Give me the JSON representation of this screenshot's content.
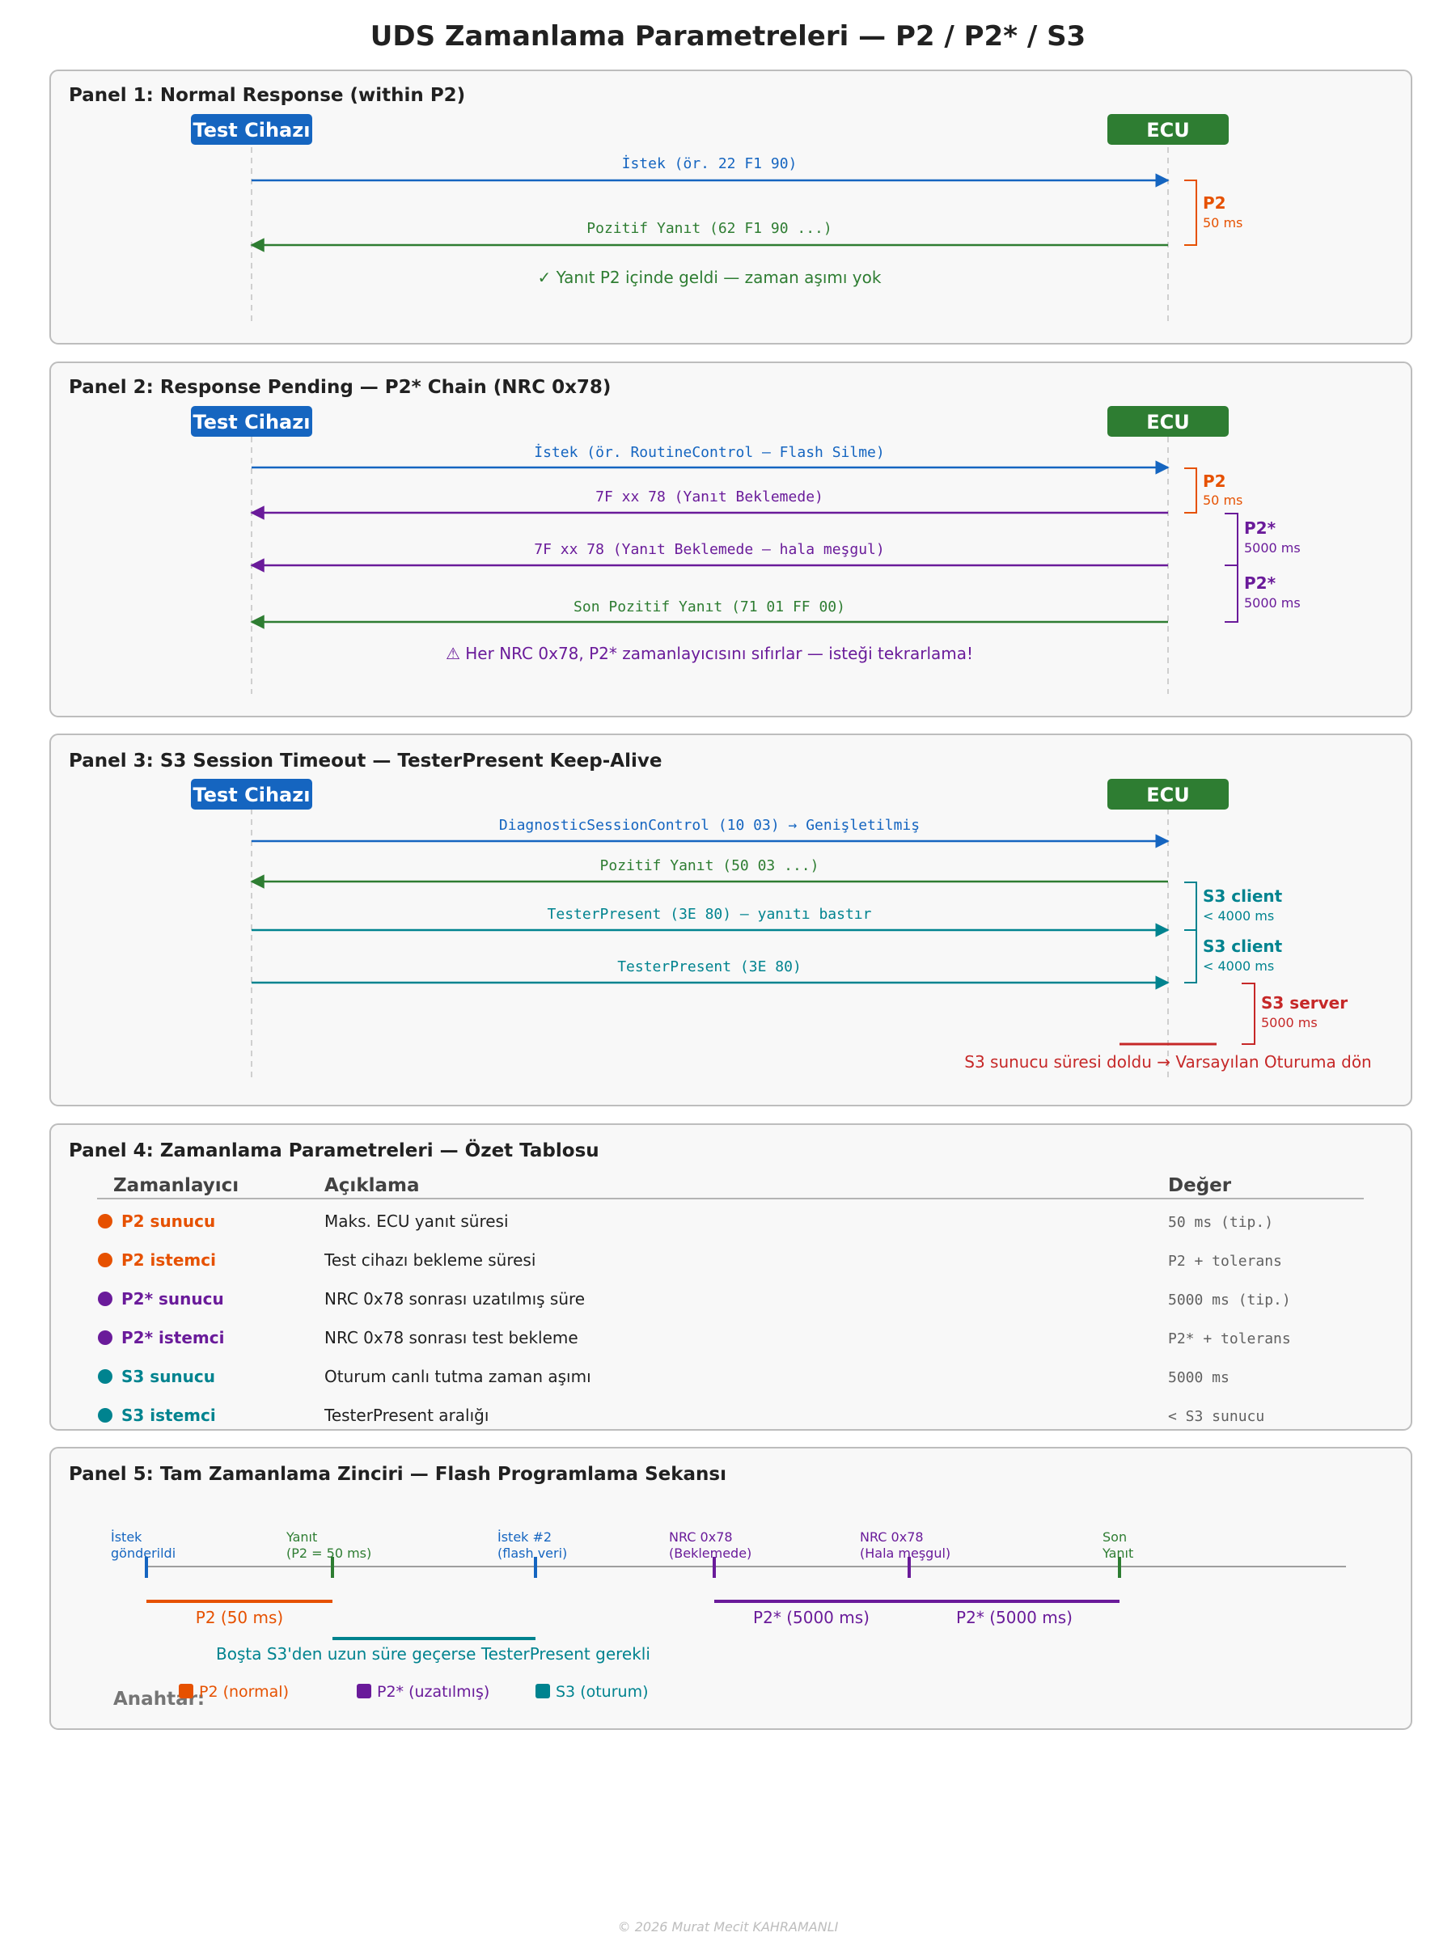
{
  "title": "UDS Zamanlama Parametreleri — P2 / P2* / S3",
  "colors": {
    "tester": "#1565c0",
    "ecu": "#2e7d32",
    "p2": "#e65100",
    "p2star": "#6a1b9a",
    "s3": "#00838f",
    "server": "#c62828",
    "text": "#212121",
    "muted": "#616161"
  },
  "actors": {
    "tester": "Test Cihazı",
    "ecu": "ECU"
  },
  "panel1": {
    "title": "Panel 1: Normal Response (within P2)",
    "msg_request": "İstek (ör. 22 F1 90)",
    "msg_response": "Pozitif Yanıt (62 F1 90 ...)",
    "p2_label": "P2",
    "p2_value": "50 ms",
    "note": "✓ Yanıt P2 içinde geldi — zaman aşımı yok"
  },
  "panel2": {
    "title": "Panel 2: Response Pending — P2* Chain (NRC 0x78)",
    "msg_request": "İstek (ör. RoutineControl — Flash Silme)",
    "msg_pending1": "7F xx 78 (Yanıt Beklemede)",
    "msg_pending2": "7F xx 78 (Yanıt Beklemede — hala meşgul)",
    "msg_final": "Son Pozitif Yanıt (71 01 FF 00)",
    "p2_label": "P2",
    "p2_value": "50 ms",
    "p2star1_label": "P2*",
    "p2star1_value": "5000 ms",
    "p2star2_label": "P2*",
    "p2star2_value": "5000 ms",
    "note": "⚠ Her NRC 0x78, P2* zamanlayıcısını sıfırlar — isteği tekrarlama!"
  },
  "panel3": {
    "title": "Panel 3: S3 Session Timeout — TesterPresent Keep-Alive",
    "msg_session": "DiagnosticSessionControl (10 03) → Genişletilmiş",
    "msg_positive": "Pozitif Yanıt (50 03 ...)",
    "msg_tp1": "TesterPresent (3E 80) — yanıtı bastır",
    "msg_tp2": "TesterPresent (3E 80)",
    "s3c1_label": "S3 client",
    "s3c1_value": "< 4000 ms",
    "s3c2_label": "S3 client",
    "s3c2_value": "< 4000 ms",
    "s3s_label": "S3 server",
    "s3s_value": "5000 ms",
    "note": "S3 sunucu süresi doldu → Varsayılan Oturuma dön"
  },
  "panel4": {
    "title": "Panel 4: Zamanlama Parametreleri — Özet Tablosu",
    "headers": [
      "Zamanlayıcı",
      "Açıklama",
      "Değer"
    ],
    "rows": [
      {
        "name": "P2 sunucu",
        "desc": "Maks. ECU yanıt süresi",
        "value": "50 ms (tip.)",
        "color": "#e65100"
      },
      {
        "name": "P2 istemci",
        "desc": "Test cihazı bekleme süresi",
        "value": "P2 + tolerans",
        "color": "#e65100"
      },
      {
        "name": "P2* sunucu",
        "desc": "NRC 0x78 sonrası uzatılmış süre",
        "value": "5000 ms (tip.)",
        "color": "#6a1b9a"
      },
      {
        "name": "P2* istemci",
        "desc": "NRC 0x78 sonrası test bekleme",
        "value": "P2* + tolerans",
        "color": "#6a1b9a"
      },
      {
        "name": "S3 sunucu",
        "desc": "Oturum canlı tutma zaman aşımı",
        "value": "5000 ms",
        "color": "#00838f"
      },
      {
        "name": "S3 istemci",
        "desc": "TesterPresent aralığı",
        "value": "< S3 sunucu",
        "color": "#00838f"
      }
    ]
  },
  "panel5": {
    "title": "Panel 5: Tam Zamanlama Zinciri — Flash Programlama Sekansı",
    "events": [
      {
        "line1": "İstek",
        "line2": "gönderildi",
        "color": "#1565c0"
      },
      {
        "line1": "Yanıt",
        "line2": "(P2 = 50 ms)",
        "color": "#2e7d32"
      },
      {
        "line1": "İstek #2",
        "line2": "(flash veri)",
        "color": "#1565c0"
      },
      {
        "line1": "NRC 0x78",
        "line2": "(Beklemede)",
        "color": "#6a1b9a"
      },
      {
        "line1": "NRC 0x78",
        "line2": "(Hala meşgul)",
        "color": "#6a1b9a"
      },
      {
        "line1": "Son",
        "line2": "Yanıt",
        "color": "#2e7d32"
      }
    ],
    "p2_span": "P2 (50 ms)",
    "p2star_span1": "P2* (5000 ms)",
    "p2star_span2": "P2* (5000 ms)",
    "s3_note": "Boşta S3'den uzun süre geçerse TesterPresent gerekli",
    "legend_title": "Anahtar:",
    "legend": [
      {
        "label": "P2 (normal)",
        "color": "#e65100"
      },
      {
        "label": "P2* (uzatılmış)",
        "color": "#6a1b9a"
      },
      {
        "label": "S3 (oturum)",
        "color": "#00838f"
      }
    ]
  },
  "footer": "© 2026 Murat Mecit KAHRAMANLI"
}
